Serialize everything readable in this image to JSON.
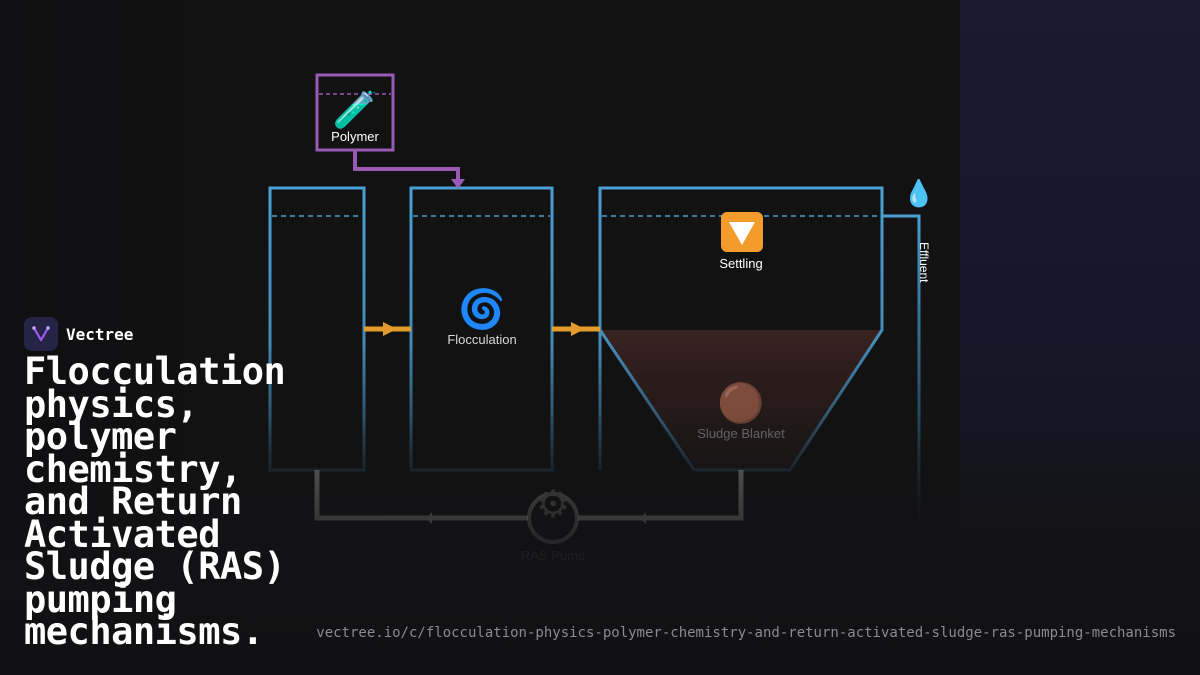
{
  "brand": {
    "name": "Vectree",
    "logo_icon": "vectree-v-logo-icon"
  },
  "headline": "Flocculation physics, polymer chemistry, and Return Activated Sludge (RAS) pumping mechanisms.",
  "url": "vectree.io/c/flocculation-physics-polymer-chemistry-and-return-activated-sludge-ras-pumping-mechanisms",
  "diagram": {
    "polymer": {
      "label": "Polymer",
      "icon": "test-tube-icon",
      "glyph": "🧪"
    },
    "flocculation": {
      "label": "Flocculation",
      "icon": "cyclone-icon",
      "glyph": "🌀"
    },
    "settling": {
      "label": "Settling",
      "icon": "down-triangle-button-icon",
      "glyph": "🔽"
    },
    "sludge_blanket": {
      "label": "Sludge Blanket",
      "icon": "brown-circle-icon",
      "glyph": "🟤"
    },
    "effluent": {
      "label": "Effluent",
      "icon": "droplet-icon",
      "glyph": "💧"
    },
    "ras_pump": {
      "label": "RAS Pump",
      "icon": "gear-icon",
      "glyph": "⚙"
    }
  },
  "colors": {
    "tank_outline": "#4a9fd4",
    "polymer": "#9b59b6",
    "flow_arrow": "#e39b2b",
    "sludge": "#3a2320",
    "background": "#121213"
  }
}
